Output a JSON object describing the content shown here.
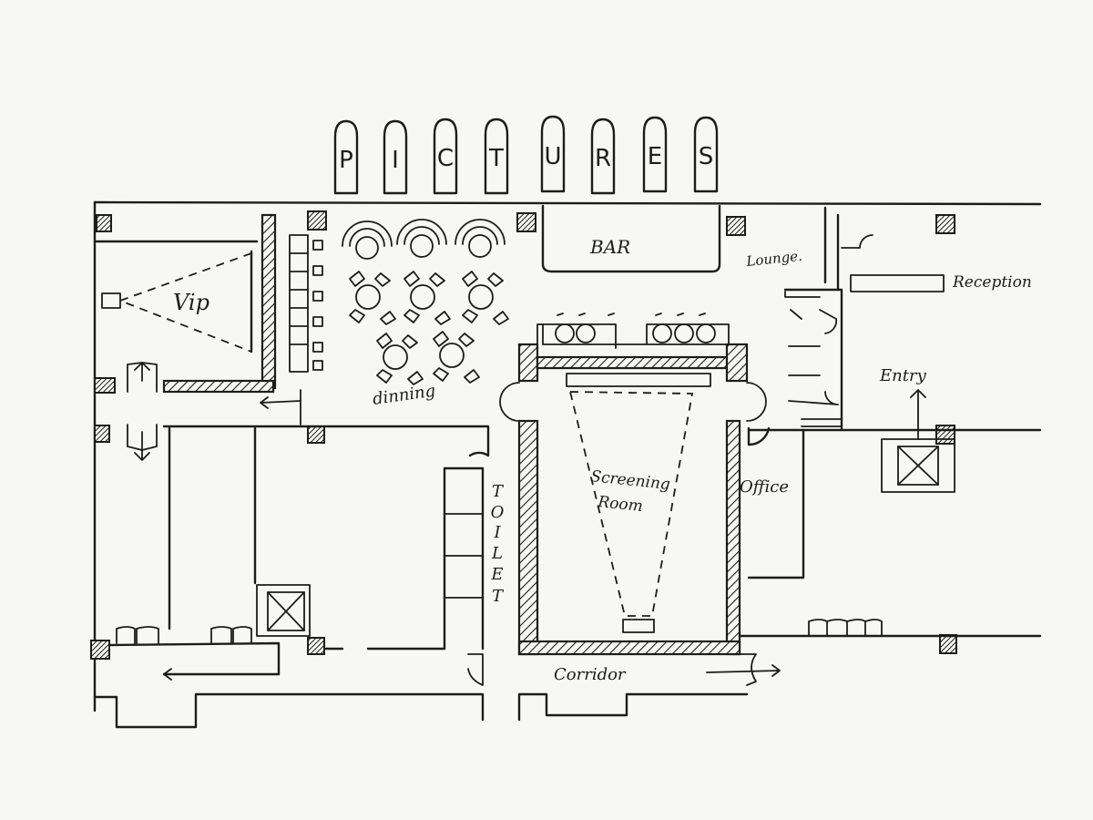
{
  "banner": {
    "letters": [
      "P",
      "I",
      "C",
      "T",
      "U",
      "R",
      "E",
      "S"
    ]
  },
  "labels": {
    "bar": "BAR",
    "lounge": "Lounge.",
    "reception": "Reception",
    "vip": "Vip",
    "dining": "dinning",
    "entry": "Entry",
    "screening_line1": "Screening",
    "screening_line2": "Room",
    "office": "Office",
    "toilet": [
      "T",
      "O",
      "I",
      "L",
      "E",
      "T"
    ],
    "corridor": "Corridor"
  }
}
